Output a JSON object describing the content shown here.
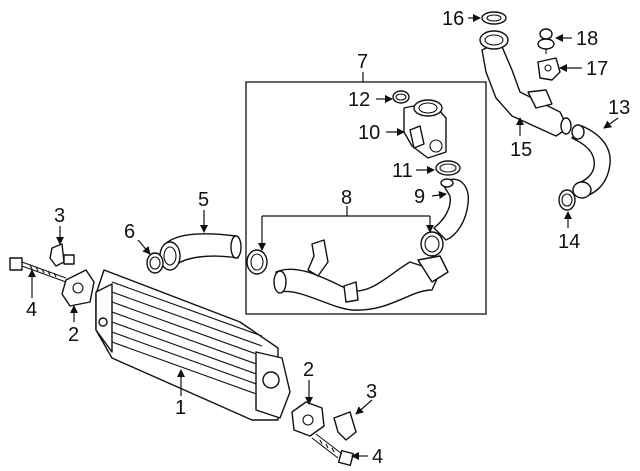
{
  "callouts": {
    "c1": "1",
    "c2a": "2",
    "c2b": "2",
    "c3a": "3",
    "c3b": "3",
    "c4a": "4",
    "c4b": "4",
    "c5": "5",
    "c6": "6",
    "c7": "7",
    "c8": "8",
    "c9": "9",
    "c10": "10",
    "c11": "11",
    "c12": "12",
    "c13": "13",
    "c14": "14",
    "c15": "15",
    "c16": "16",
    "c17": "17",
    "c18": "18"
  },
  "colors": {
    "line": "#111111",
    "background": "#ffffff"
  }
}
